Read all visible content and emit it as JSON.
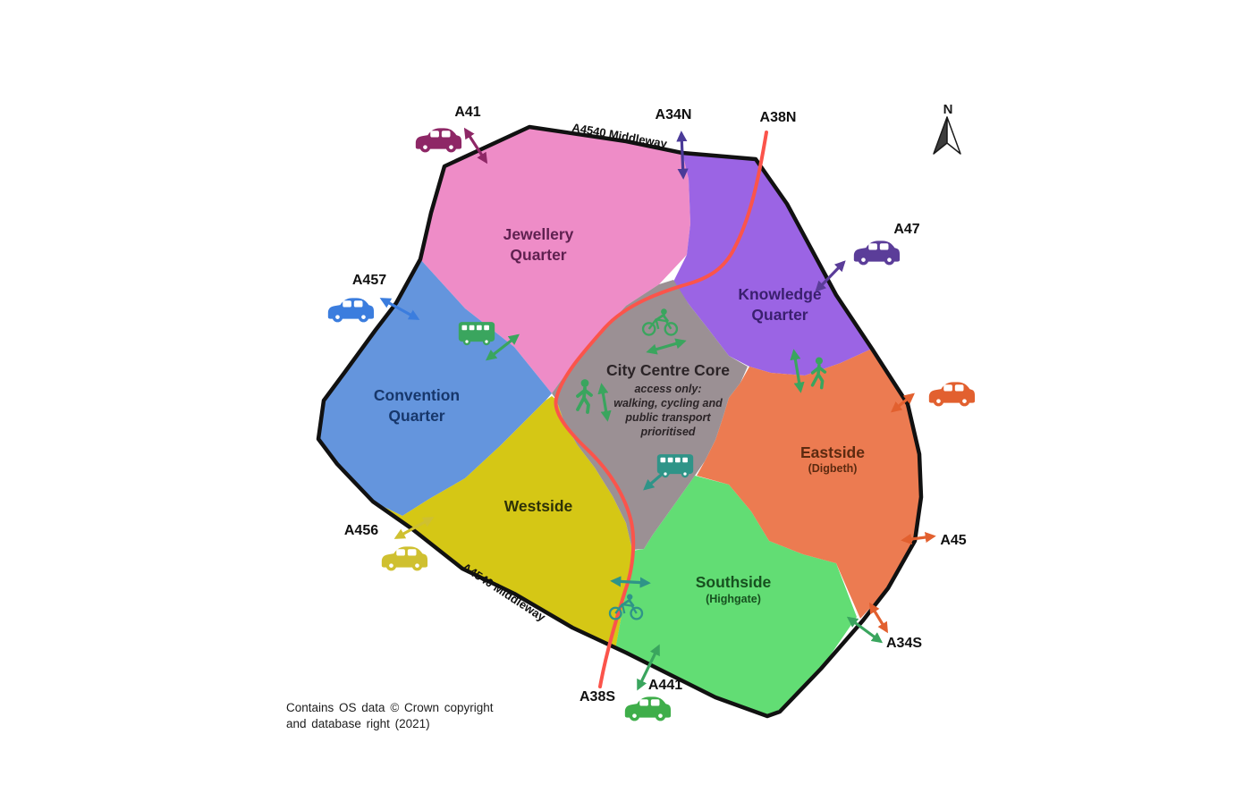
{
  "map": {
    "north_label": "N",
    "ring_road_label": "A4540 Middleway",
    "copyright_line1": "Contains OS data © Crown copyright",
    "copyright_line2": "and database right (2021)",
    "regions": {
      "jewellery_quarter": {
        "line1": "Jewellery",
        "line2": "Quarter",
        "fill": "#ee8cc7",
        "text_color": "#5f2150"
      },
      "knowledge_quarter": {
        "line1": "Knowledge",
        "line2": "Quarter",
        "fill": "#9b64e4",
        "text_color": "#3a1f6e"
      },
      "convention_quarter": {
        "line1": "Convention",
        "line2": "Quarter",
        "fill": "#6495dd",
        "text_color": "#17376b"
      },
      "westside": {
        "line1": "Westside",
        "fill": "#d5c715",
        "text_color": "#2e3208"
      },
      "city_centre_core": {
        "title": "City Centre Core",
        "sub1": "access only:",
        "sub2": "walking, cycling and",
        "sub3": "public transport",
        "sub4": "prioritised",
        "fill": "#9b9094",
        "text_color": "#2b2427"
      },
      "eastside": {
        "line1": "Eastside",
        "line2": "(Digbeth)",
        "fill": "#ec7b51",
        "text_color": "#5c2a10"
      },
      "southside": {
        "line1": "Southside",
        "line2": "(Highgate)",
        "fill": "#62dd74",
        "text_color": "#17501f"
      }
    },
    "roads": {
      "a41": "A41",
      "a34n": "A34N",
      "a38n": "A38N",
      "a47": "A47",
      "a457": "A457",
      "a456": "A456",
      "a45": "A45",
      "a34s": "A34S",
      "a441": "A441",
      "a38s": "A38S"
    },
    "colors": {
      "boundary": "#111111",
      "route_red": "#fb544b",
      "magenta": "#8e2766",
      "indigo": "#4a3a98",
      "purple": "#5b3d99",
      "blue": "#3b7dde",
      "green": "#3aa55e",
      "teal": "#2f9488",
      "orange": "#e2602f",
      "yellow": "#cfc030",
      "green_car": "#3fae4a"
    }
  }
}
